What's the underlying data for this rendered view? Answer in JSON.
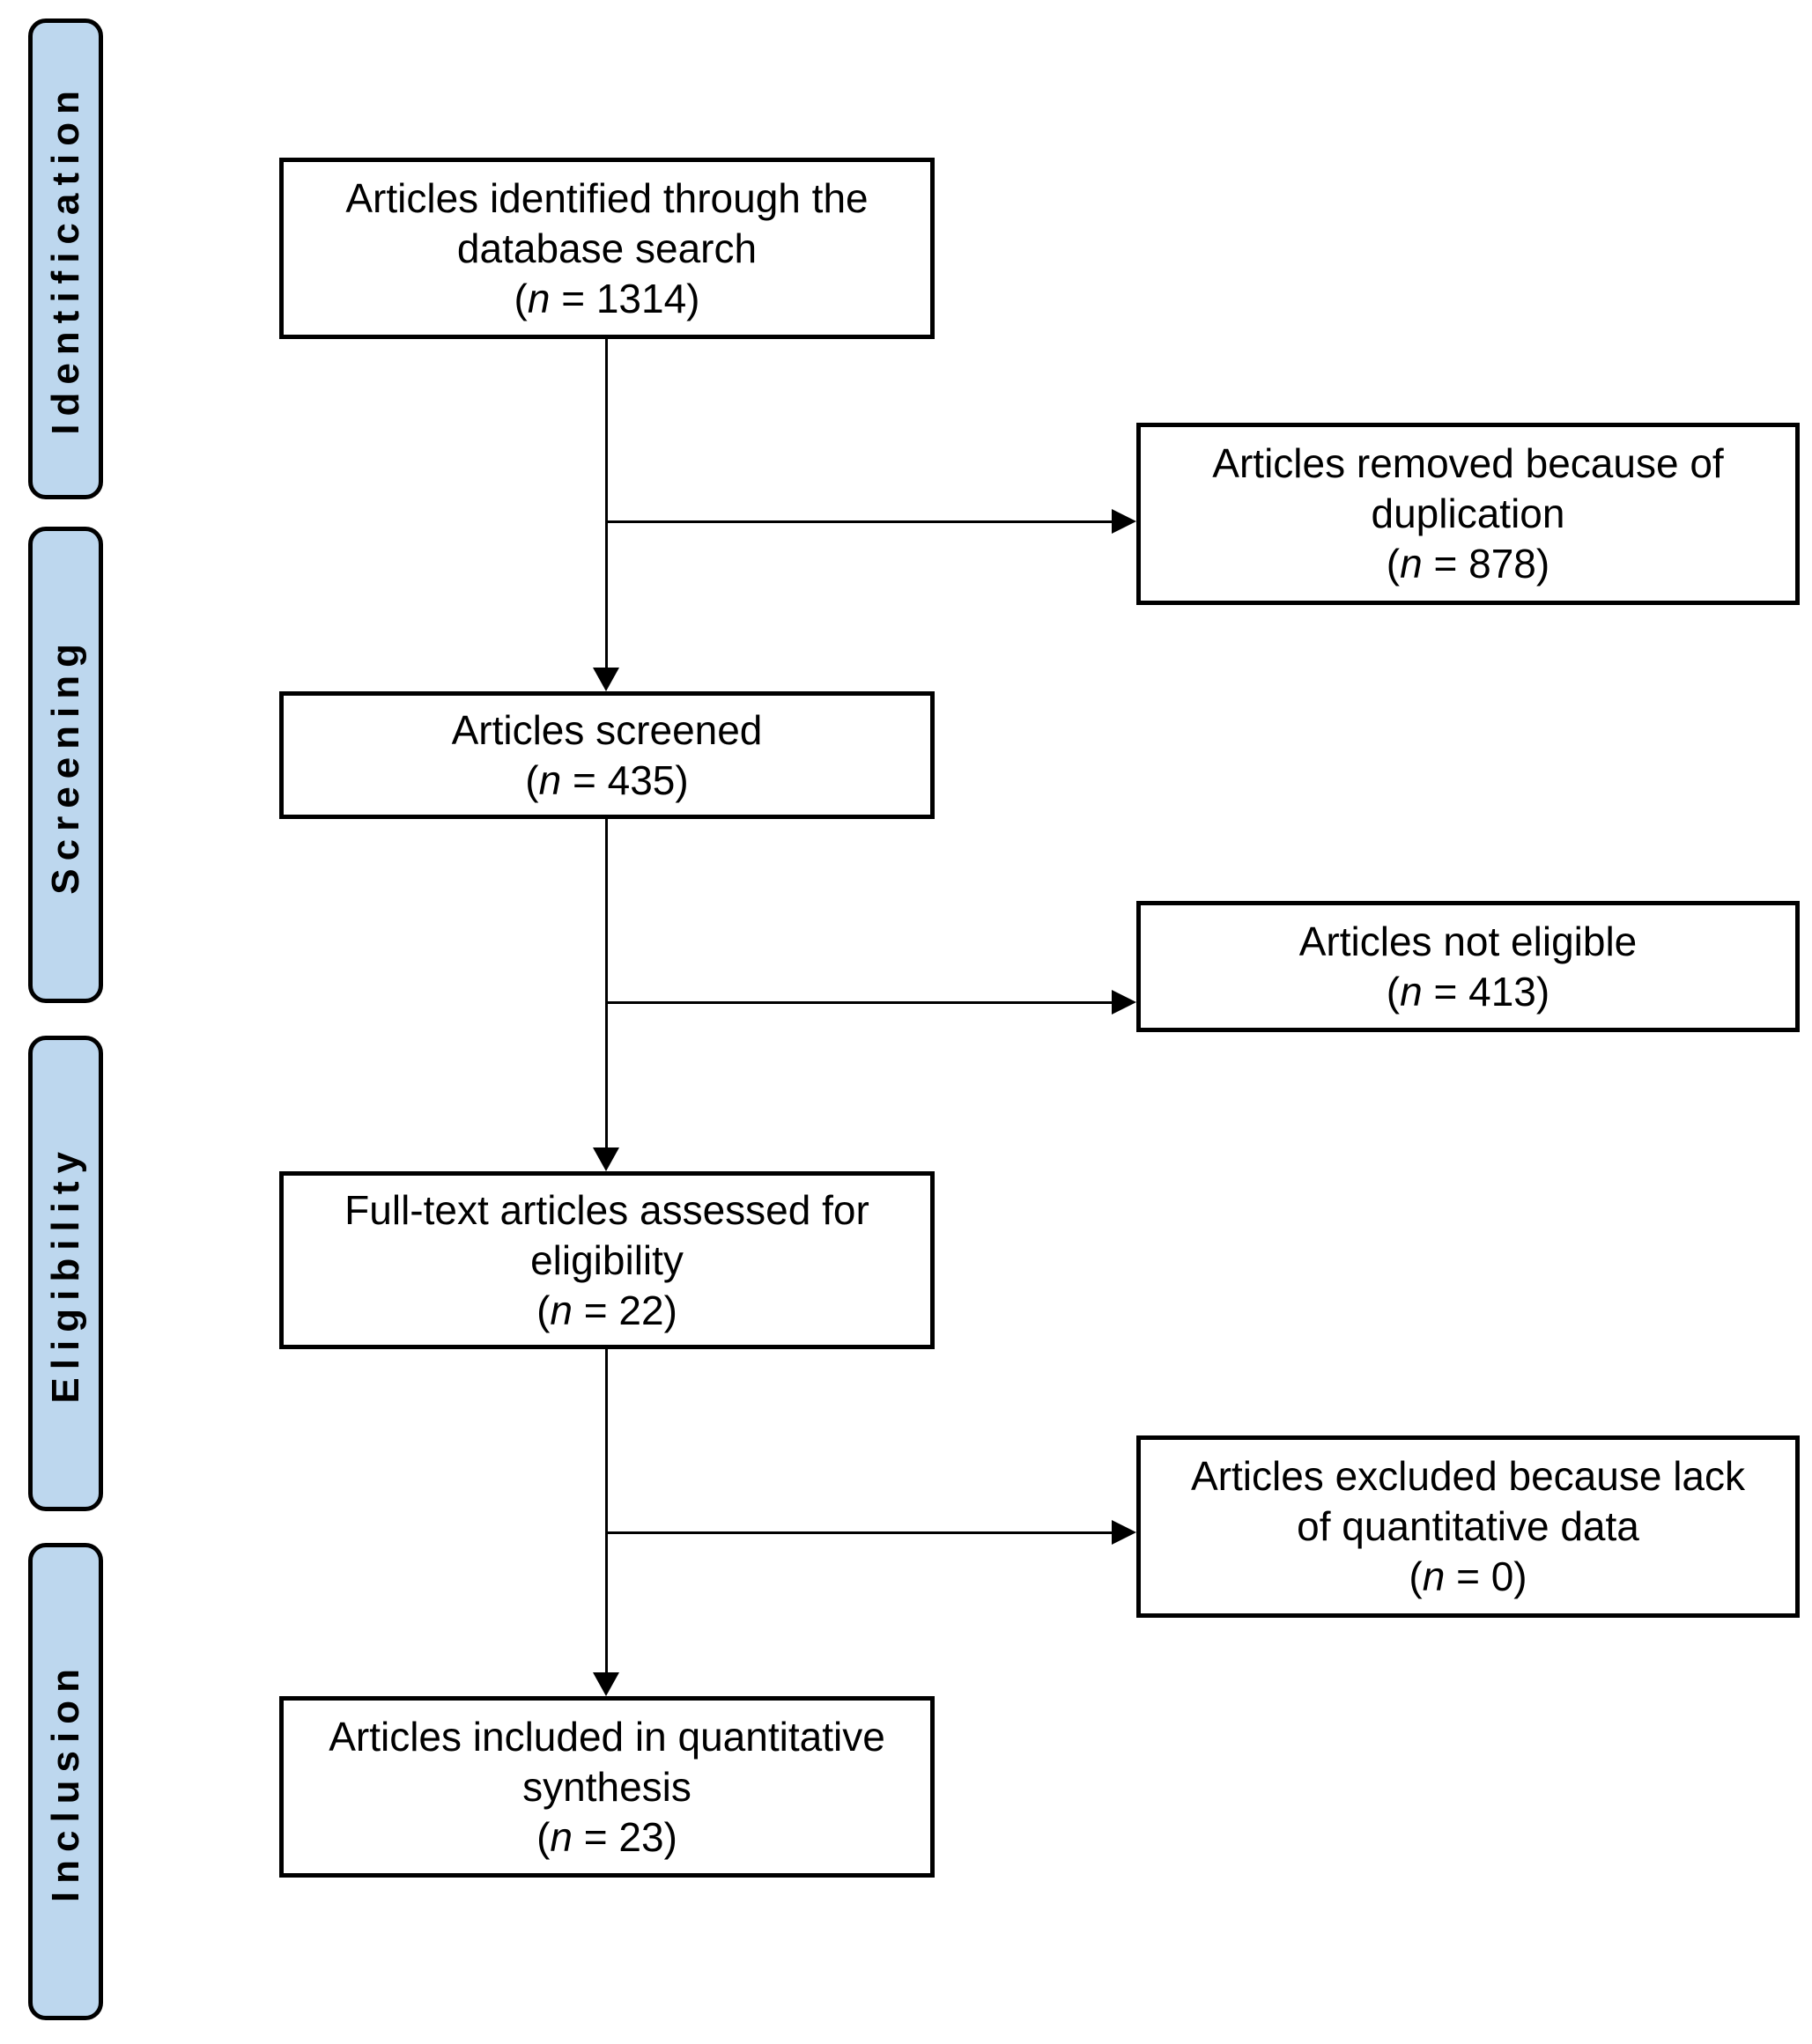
{
  "diagram": {
    "colors": {
      "stage_fill": "#BDD7EE",
      "stroke": "#000000",
      "box_fill": "#FFFFFF",
      "text": "#000000"
    },
    "stages": [
      {
        "label": "Identification"
      },
      {
        "label": "Screening"
      },
      {
        "label": "Eligibility"
      },
      {
        "label": "Inclusion"
      }
    ],
    "boxes": {
      "identified": {
        "lines": [
          "Articles identified through the",
          "database search"
        ],
        "n": 1314,
        "count": {
          "open": "(",
          "var": "n",
          "rest": " = 1314)"
        }
      },
      "removed_duplication": {
        "lines": [
          "Articles removed because of",
          "duplication"
        ],
        "n": 878,
        "count": {
          "open": "(",
          "var": "n",
          "rest": " = 878)"
        }
      },
      "screened": {
        "lines": [
          "Articles screened"
        ],
        "n": 435,
        "count": {
          "open": "(",
          "var": "n",
          "rest": " = 435)"
        }
      },
      "not_eligible": {
        "lines": [
          "Articles not eligible"
        ],
        "n": 413,
        "count": {
          "open": "(",
          "var": "n",
          "rest": " = 413)"
        }
      },
      "fulltext_assessed": {
        "lines": [
          "Full-text articles assessed for",
          "eligibility"
        ],
        "n": 22,
        "count": {
          "open": "(",
          "var": "n",
          "rest": " = 22)"
        }
      },
      "excluded_no_quant": {
        "lines": [
          "Articles excluded because lack",
          "of quantitative data"
        ],
        "n": 0,
        "count": {
          "open": "(",
          "var": "n",
          "rest": " = 0)"
        }
      },
      "included": {
        "lines": [
          "Articles included in quantitative",
          "synthesis"
        ],
        "n": 23,
        "count": {
          "open": "(",
          "var": "n",
          "rest": " = 23)"
        }
      }
    }
  }
}
